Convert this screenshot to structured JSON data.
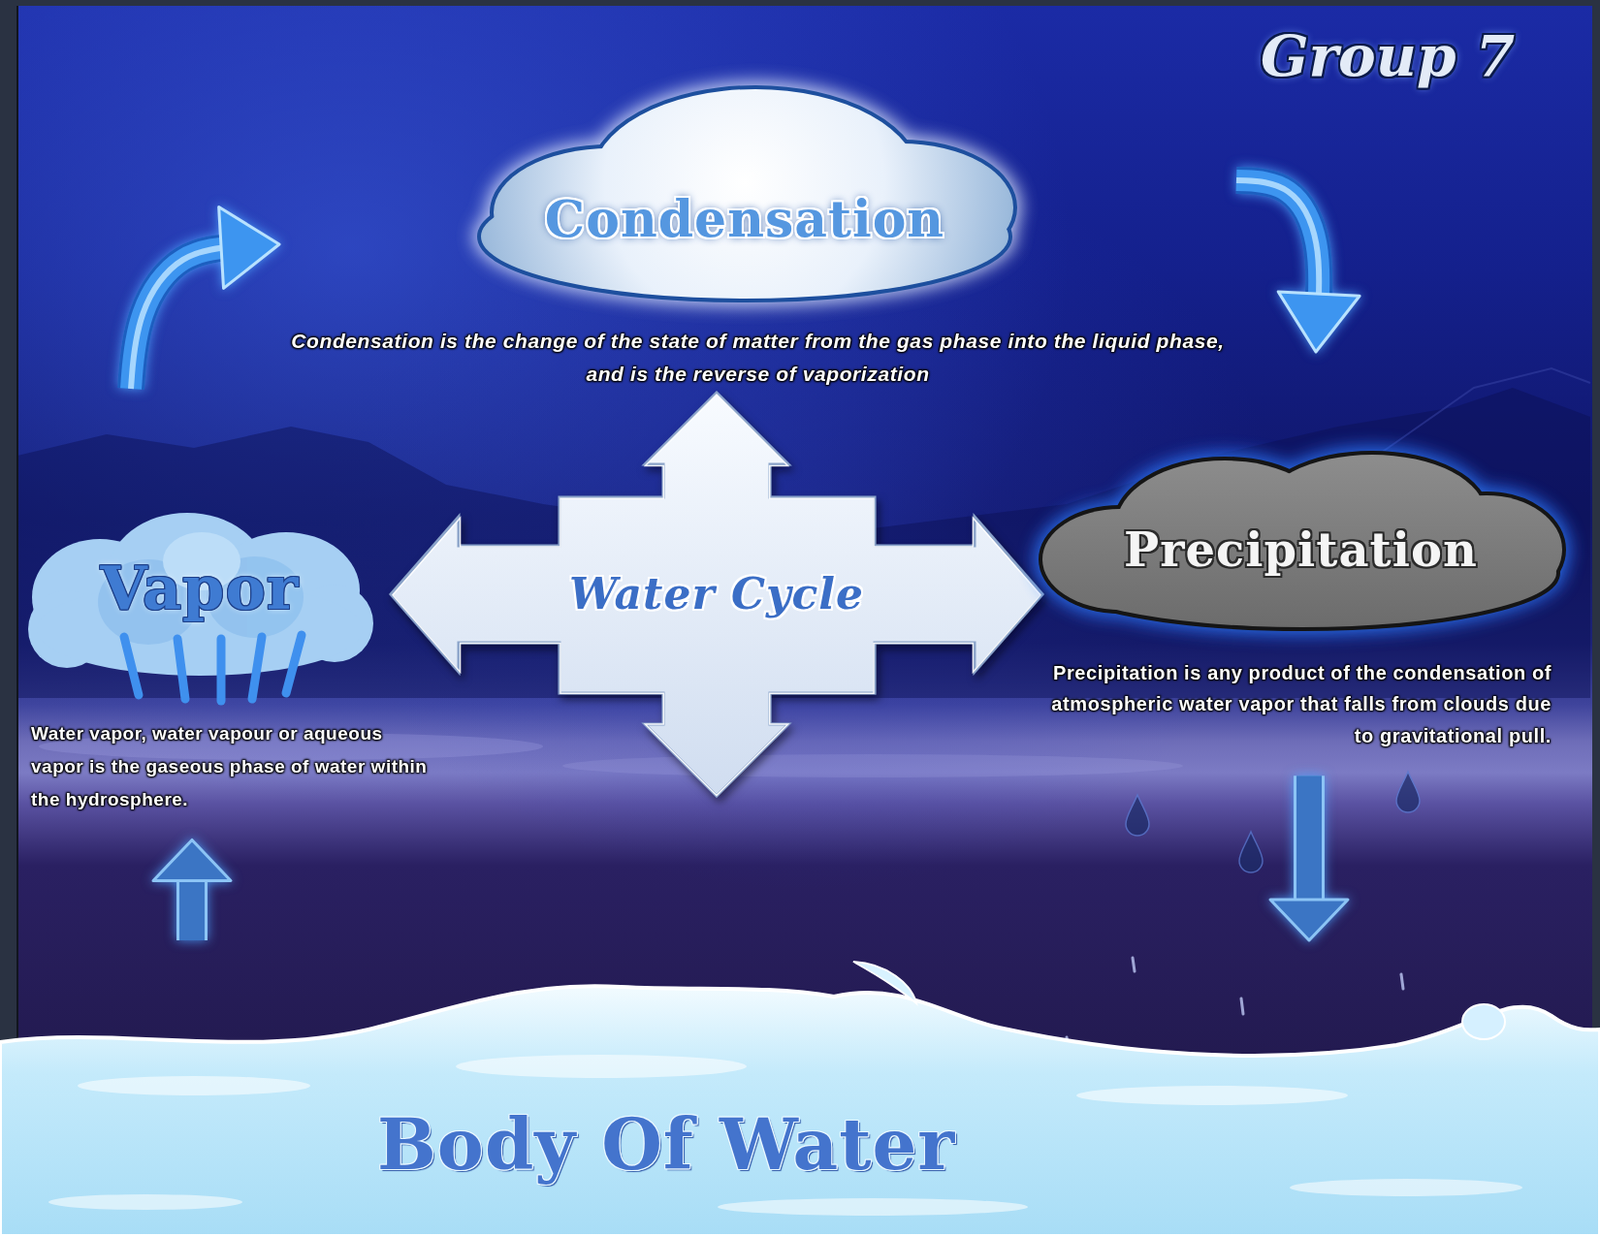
{
  "diagram": {
    "nodes": [
      {
        "text": [
          "Condensation",
          "Condensation is the change of the state of matter from the gas phase into the liquid phase, and is the reverse of vaporization"
        ]
      },
      {
        "text": [
          "Vapor",
          "Water vapor, water vapour or aqueous vapor is the gaseous phase of water within the hydrosphere."
        ]
      },
      {
        "text": [
          "Water Cycle"
        ]
      },
      {
        "text": [
          "Precipitation",
          "Precipitation is any product of the condensation of atmospheric water vapor that falls from clouds due to gravitational pull."
        ]
      },
      {
        "text": [
          "Body Of Water"
        ]
      }
    ],
    "edges": [
      {
        "from": 1,
        "to": 0,
        "arrow": "to"
      },
      {
        "from": 0,
        "to": 3,
        "arrow": "to"
      },
      {
        "from": 3,
        "to": 4,
        "arrow": "to"
      },
      {
        "from": 4,
        "to": 1,
        "arrow": "to"
      }
    ],
    "labels": [
      "Group 7"
    ]
  }
}
